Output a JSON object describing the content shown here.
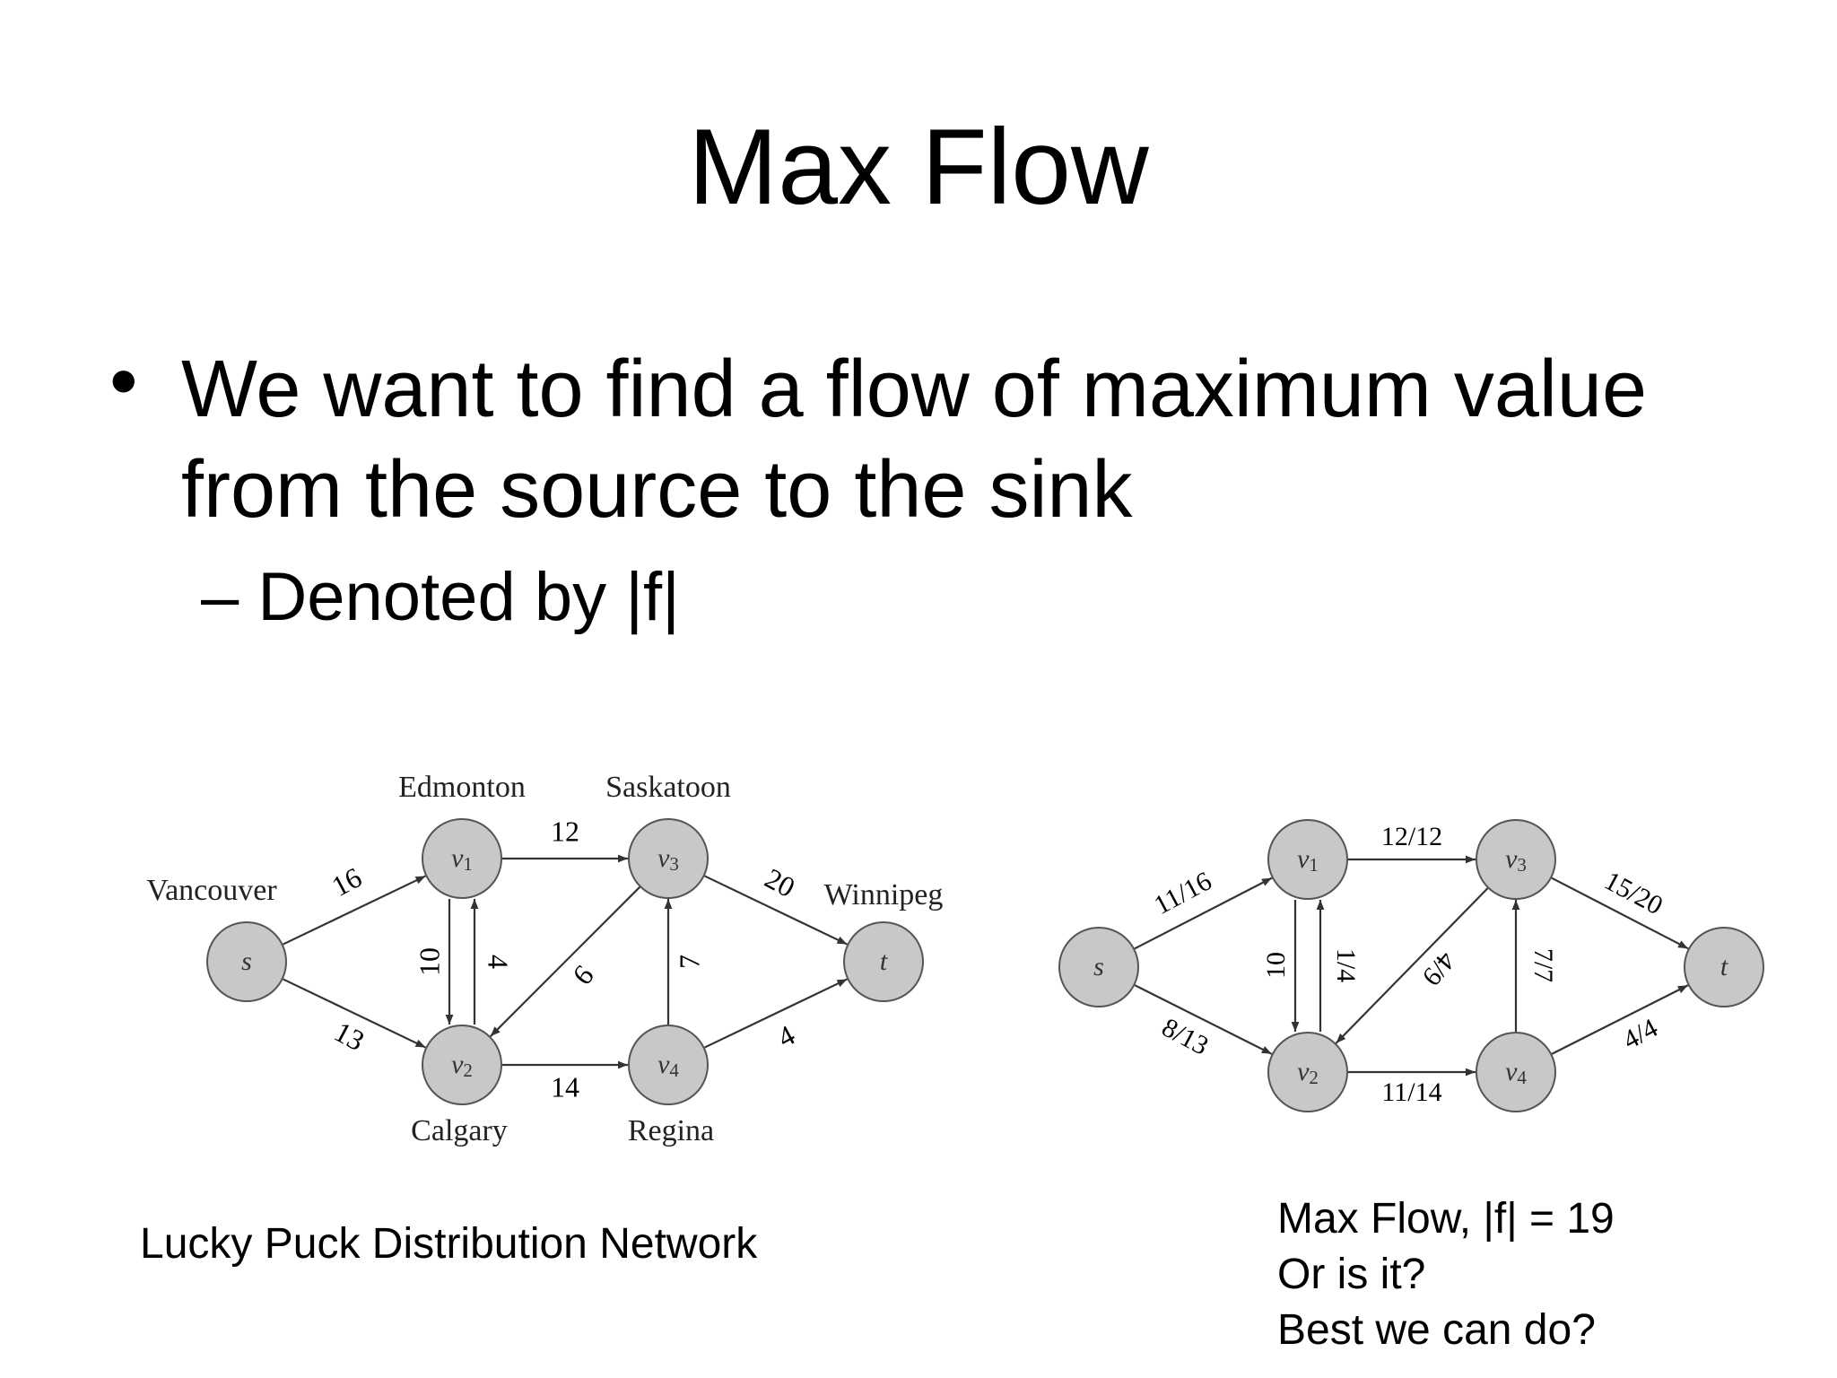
{
  "slide": {
    "title": "Max Flow",
    "bullet": {
      "symbol": "•",
      "line1": "We want to find a flow of maximum value",
      "line2": "from the source to the sink"
    },
    "sub_bullet": "– Denoted by |f|"
  },
  "left_network": {
    "caption": "Lucky Puck Distribution Network",
    "nodes": [
      {
        "id": "s",
        "label": "s",
        "sub": "",
        "city": "Vancouver"
      },
      {
        "id": "v1",
        "label": "v",
        "sub": "1",
        "city": "Edmonton"
      },
      {
        "id": "v2",
        "label": "v",
        "sub": "2",
        "city": "Calgary"
      },
      {
        "id": "v3",
        "label": "v",
        "sub": "3",
        "city": "Saskatoon"
      },
      {
        "id": "v4",
        "label": "v",
        "sub": "4",
        "city": "Regina"
      },
      {
        "id": "t",
        "label": "t",
        "sub": "",
        "city": "Winnipeg"
      }
    ],
    "edges": [
      {
        "from": "s",
        "to": "v1",
        "label": "16"
      },
      {
        "from": "s",
        "to": "v2",
        "label": "13"
      },
      {
        "from": "v1",
        "to": "v3",
        "label": "12"
      },
      {
        "from": "v1",
        "to": "v2",
        "label": "10"
      },
      {
        "from": "v2",
        "to": "v1",
        "label": "4"
      },
      {
        "from": "v3",
        "to": "v2",
        "label": "9"
      },
      {
        "from": "v2",
        "to": "v4",
        "label": "14"
      },
      {
        "from": "v4",
        "to": "v3",
        "label": "7"
      },
      {
        "from": "v3",
        "to": "t",
        "label": "20"
      },
      {
        "from": "v4",
        "to": "t",
        "label": "4"
      }
    ]
  },
  "right_network": {
    "caption_lines": [
      "Max Flow, |f| = 19",
      "Or is it?",
      "Best we can do?"
    ],
    "nodes": [
      {
        "id": "s",
        "label": "s",
        "sub": ""
      },
      {
        "id": "v1",
        "label": "v",
        "sub": "1"
      },
      {
        "id": "v2",
        "label": "v",
        "sub": "2"
      },
      {
        "id": "v3",
        "label": "v",
        "sub": "3"
      },
      {
        "id": "v4",
        "label": "v",
        "sub": "4"
      },
      {
        "id": "t",
        "label": "t",
        "sub": ""
      }
    ],
    "edges": [
      {
        "from": "s",
        "to": "v1",
        "label": "11/16"
      },
      {
        "from": "s",
        "to": "v2",
        "label": "8/13"
      },
      {
        "from": "v1",
        "to": "v3",
        "label": "12/12"
      },
      {
        "from": "v1",
        "to": "v2",
        "label": "10"
      },
      {
        "from": "v2",
        "to": "v1",
        "label": "1/4"
      },
      {
        "from": "v3",
        "to": "v2",
        "label": "4/9"
      },
      {
        "from": "v2",
        "to": "v4",
        "label": "11/14"
      },
      {
        "from": "v4",
        "to": "v3",
        "label": "7/7"
      },
      {
        "from": "v3",
        "to": "t",
        "label": "15/20"
      },
      {
        "from": "v4",
        "to": "t",
        "label": "4/4"
      }
    ]
  },
  "colors": {
    "node_fill": "#c8c8c8",
    "node_stroke": "#555555",
    "edge": "#333333",
    "text": "#000000"
  }
}
